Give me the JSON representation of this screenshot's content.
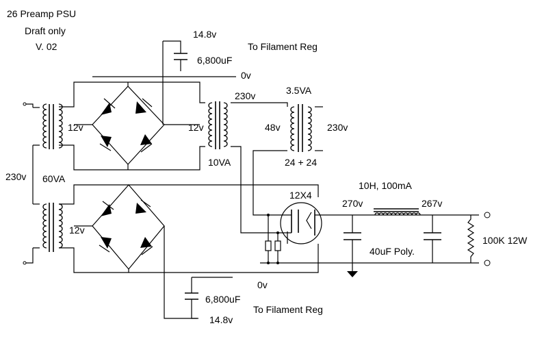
{
  "title": {
    "line1": "26 Preamp PSU",
    "line2": "Draft only",
    "line3": "V. 02"
  },
  "labels": {
    "top_cap_voltage": "14.8v",
    "top_cap_value": "6,800uF",
    "top_to_filament": "To Filament Reg",
    "top_zero": "0v",
    "main_xfmr_upper_secondary": "12v",
    "mid_xfmr_secondary": "12v",
    "mid_xfmr_primary": "230v",
    "mid_xfmr_rating": "10VA",
    "ht_xfmr_rating": "3.5VA",
    "ht_xfmr_secondary": "48v",
    "ht_xfmr_primary": "230v",
    "ht_xfmr_taps": "24 + 24",
    "main_xfmr_primary": "230v",
    "main_xfmr_rating": "60VA",
    "main_xfmr_lower_secondary": "12v",
    "rectifier_tube": "12X4",
    "choke": "10H, 100mA",
    "voltage_before_choke": "270v",
    "voltage_after_choke": "267v",
    "filter_caps": "40uF Poly.",
    "bleeder": "100K 12W",
    "bottom_zero": "0v",
    "bottom_cap_value": "6,800uF",
    "bottom_to_filament": "To Filament Reg",
    "bottom_cap_voltage": "14.8v"
  }
}
